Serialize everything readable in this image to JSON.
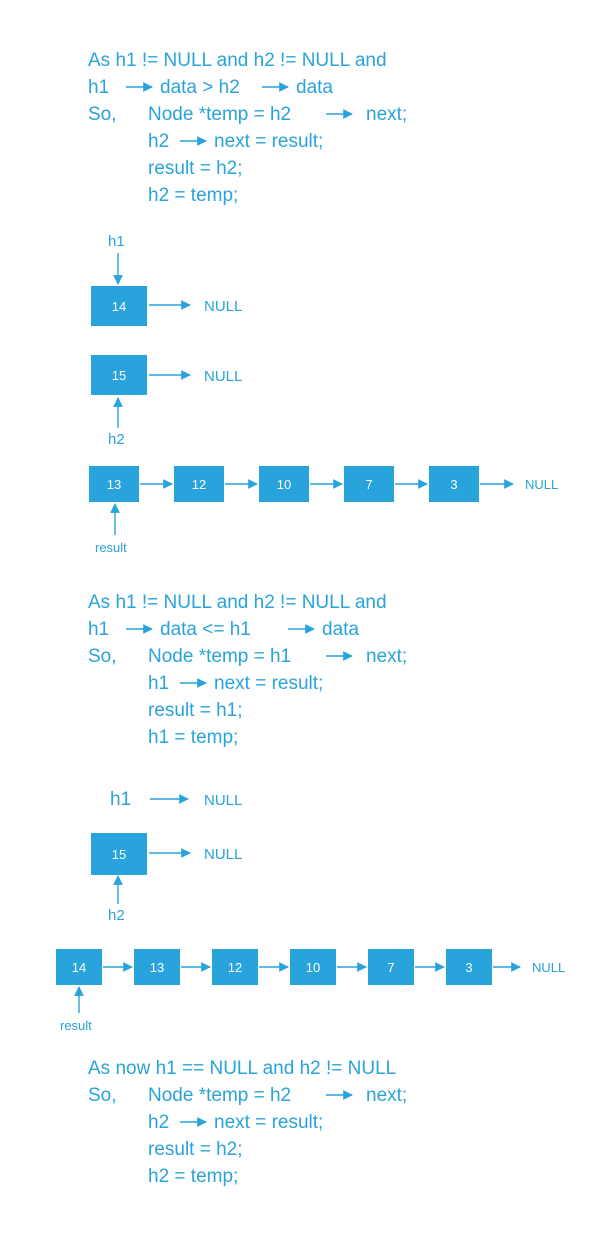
{
  "colors": {
    "accent": "#29a3db",
    "node_text": "#ffffff"
  },
  "step1": {
    "cond_line1": "As  h1 != NULL  and  h2 != NULL  and",
    "cond_line2_a": "h1",
    "cond_line2_b": "data > h2",
    "cond_line2_c": "data",
    "so": "So,",
    "code1_a": "Node *temp = h2",
    "code1_b": "next;",
    "code2_a": "h2",
    "code2_b": "next = result;",
    "code3": "result = h2;",
    "code4": "h2 = temp;"
  },
  "diagram1": {
    "h1_label": "h1",
    "h1_node": "14",
    "h1_null": "NULL",
    "h2_node": "15",
    "h2_null": "NULL",
    "h2_label": "h2",
    "result_nodes": [
      "13",
      "12",
      "10",
      "7",
      "3"
    ],
    "result_null": "NULL",
    "result_label": "result"
  },
  "step2": {
    "cond_line1": "As  h1 != NULL  and  h2 != NULL  and",
    "cond_line2_a": "h1",
    "cond_line2_b": "data <= h1",
    "cond_line2_c": "data",
    "so": "So,",
    "code1_a": "Node *temp = h1",
    "code1_b": "next;",
    "code2_a": "h1",
    "code2_b": "next = result;",
    "code3": "result = h1;",
    "code4": "h1 = temp;"
  },
  "diagram2": {
    "h1_label": "h1",
    "h1_null": "NULL",
    "h2_node": "15",
    "h2_null": "NULL",
    "h2_label": "h2",
    "result_nodes": [
      "14",
      "13",
      "12",
      "10",
      "7",
      "3"
    ],
    "result_null": "NULL",
    "result_label": "result"
  },
  "step3": {
    "cond_line1": "As now  h1 == NULL  and  h2 != NULL",
    "so": "So,",
    "code1_a": "Node *temp = h2",
    "code1_b": "next;",
    "code2_a": "h2",
    "code2_b": "next = result;",
    "code3": "result = h2;",
    "code4": "h2 = temp;"
  }
}
